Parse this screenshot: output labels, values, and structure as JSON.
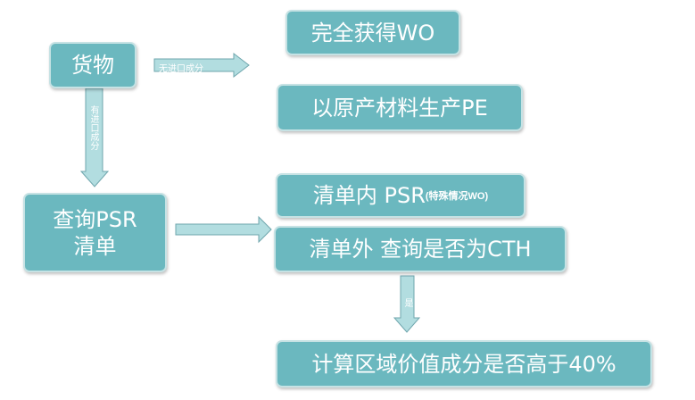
{
  "boxes": {
    "goods": "货物",
    "wo_full": "完全获得WO",
    "pe": "以原产材料生产PE",
    "psr_query_line1": "查询PSR",
    "psr_query_line2": "清单",
    "psr_in_main": "清单内 PSR",
    "psr_in_note": "(特殊情况WO)",
    "psr_out": "清单外 查询是否为CTH",
    "rvc": "计算区域价值成分是否高于40%"
  },
  "arrows": {
    "no_import": "无进口成分",
    "has_import": "有进口成分",
    "yes": "是"
  },
  "colors": {
    "box_fill": "#6bb8bf",
    "box_border": "#c6e2e4",
    "arrow_fill": "#b2dde0"
  }
}
